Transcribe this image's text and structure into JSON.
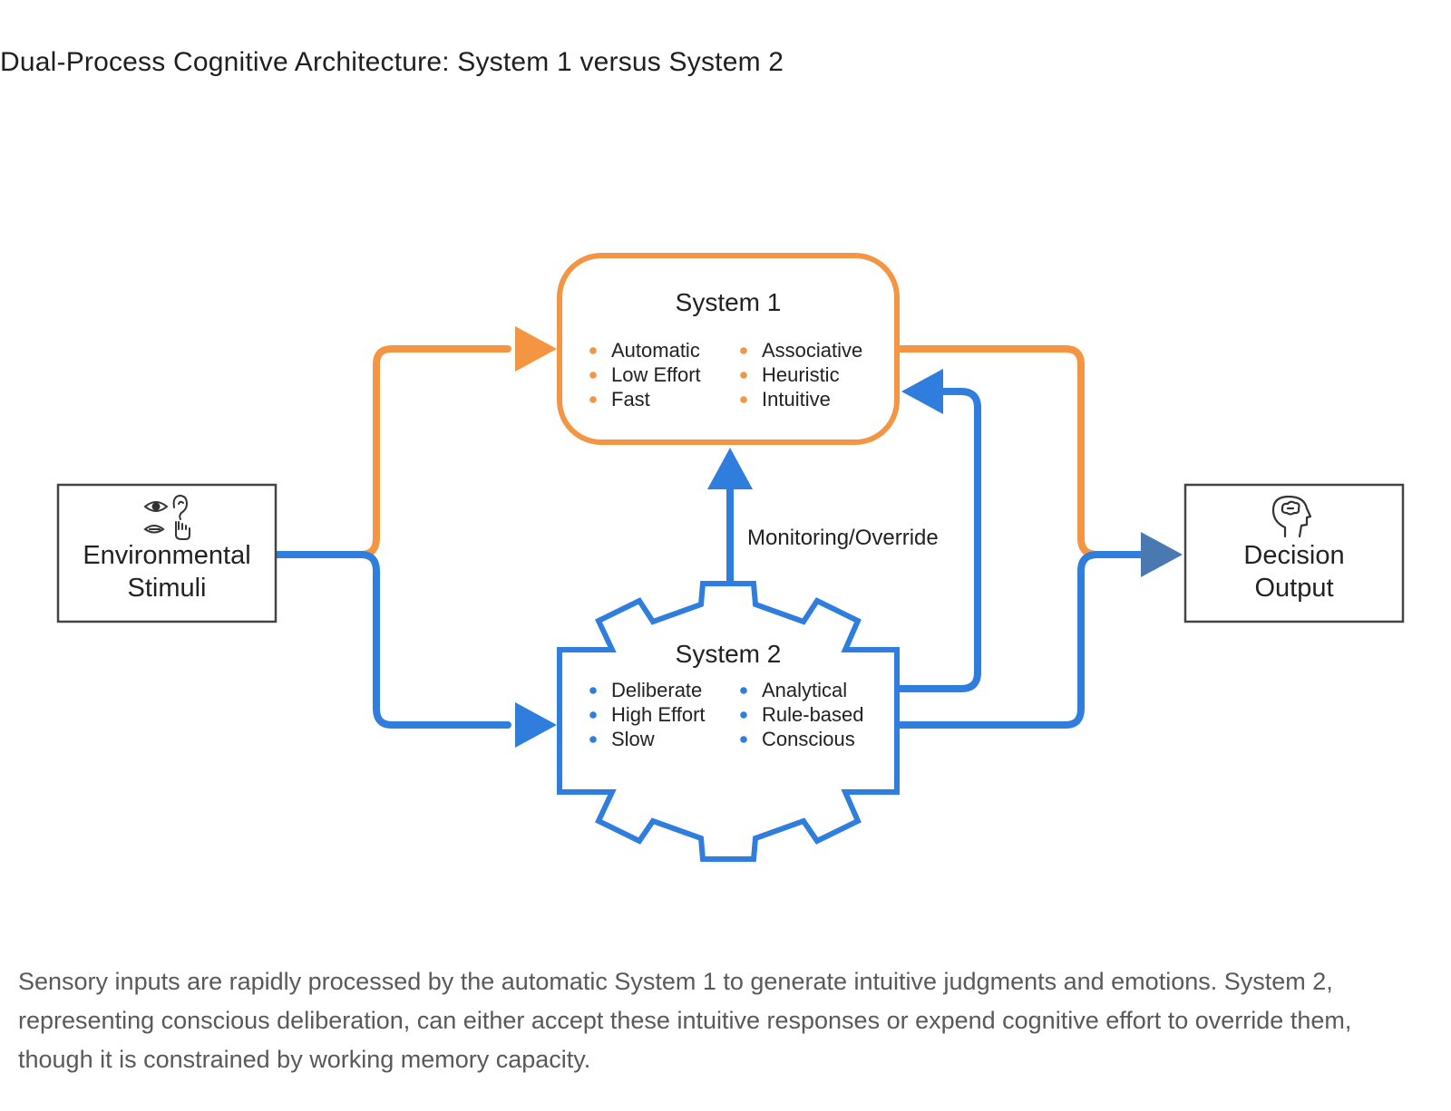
{
  "title": "Dual-Process Cognitive Architecture: System 1 versus System 2",
  "colors": {
    "system1": "#f39543",
    "system2": "#2f7ddc",
    "output_arrow": "#4a78b0",
    "box_border": "#444444"
  },
  "stimuli": {
    "label_line1": "Environmental",
    "label_line2": "Stimuli",
    "icons": [
      "eye-icon",
      "ear-icon",
      "nose-icon",
      "hand-icon"
    ]
  },
  "system1": {
    "title": "System 1",
    "left_items": [
      "Automatic",
      "Low Effort",
      "Fast"
    ],
    "right_items": [
      "Associative",
      "Heuristic",
      "Intuitive"
    ]
  },
  "system2": {
    "title": "System 2",
    "left_items": [
      "Deliberate",
      "High Effort",
      "Slow"
    ],
    "right_items": [
      "Analytical",
      "Rule-based",
      "Conscious"
    ]
  },
  "monitoring_label": "Monitoring/Override",
  "output": {
    "label_line1": "Decision",
    "label_line2": "Output",
    "icon": "brain-head-icon"
  },
  "caption": "Sensory inputs are rapidly processed by the automatic System 1 to generate intuitive judgments and emotions. System 2, representing conscious deliberation, can either accept these intuitive responses or expend cognitive effort to override them, though it is constrained by working memory capacity."
}
